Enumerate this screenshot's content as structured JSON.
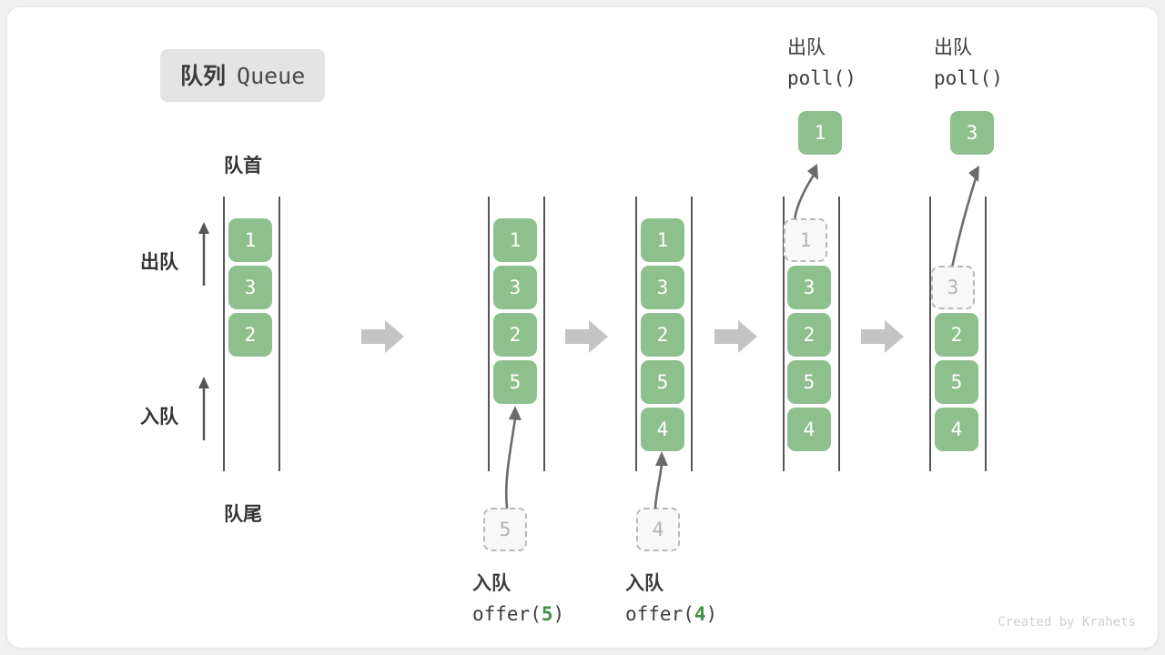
{
  "title": {
    "cn": "队列",
    "en": "Queue"
  },
  "labels": {
    "front": "队首",
    "rear": "队尾",
    "dequeue": "出队",
    "enqueue": "入队"
  },
  "watermark": "Created by Krahets",
  "colors": {
    "cell_fill": "#8ec08e",
    "cell_text": "#ffffff",
    "ghost_fill": "#f8f8f8",
    "ghost_border": "#b9b9b9",
    "ghost_text": "#b3b3b3",
    "rail": "#555555",
    "step_arrow": "#c4c4c4",
    "accent_number": "#3f9142",
    "badge_bg": "#e4e4e4"
  },
  "columns": [
    {
      "id": "initial",
      "cells": [
        "1",
        "3",
        "2"
      ],
      "ghost": null,
      "header": null,
      "caption": null,
      "popped": null
    },
    {
      "id": "after-offer-5",
      "cells": [
        "1",
        "3",
        "2",
        "5"
      ],
      "ghost": {
        "value": "5",
        "position": "below"
      },
      "header": null,
      "caption": {
        "line1": "入队",
        "line2_pre": "offer(",
        "line2_num": "5",
        "line2_post": ")"
      },
      "popped": null
    },
    {
      "id": "after-offer-4",
      "cells": [
        "1",
        "3",
        "2",
        "5",
        "4"
      ],
      "ghost": {
        "value": "4",
        "position": "below"
      },
      "header": null,
      "caption": {
        "line1": "入队",
        "line2_pre": "offer(",
        "line2_num": "4",
        "line2_post": ")"
      },
      "popped": null
    },
    {
      "id": "after-poll-1",
      "cells": [
        "3",
        "2",
        "5",
        "4"
      ],
      "ghost": {
        "value": "1",
        "position": "top"
      },
      "header": {
        "line1": "出队",
        "line2": "poll()"
      },
      "caption": null,
      "popped": "1"
    },
    {
      "id": "after-poll-3",
      "cells": [
        "2",
        "5",
        "4"
      ],
      "ghost": {
        "value": "3",
        "position": "row2"
      },
      "header": {
        "line1": "出队",
        "line2": "poll()"
      },
      "caption": null,
      "popped": "3"
    }
  ],
  "step_arrows": [
    "step-arrow-1",
    "step-arrow-2",
    "step-arrow-3",
    "step-arrow-4"
  ]
}
